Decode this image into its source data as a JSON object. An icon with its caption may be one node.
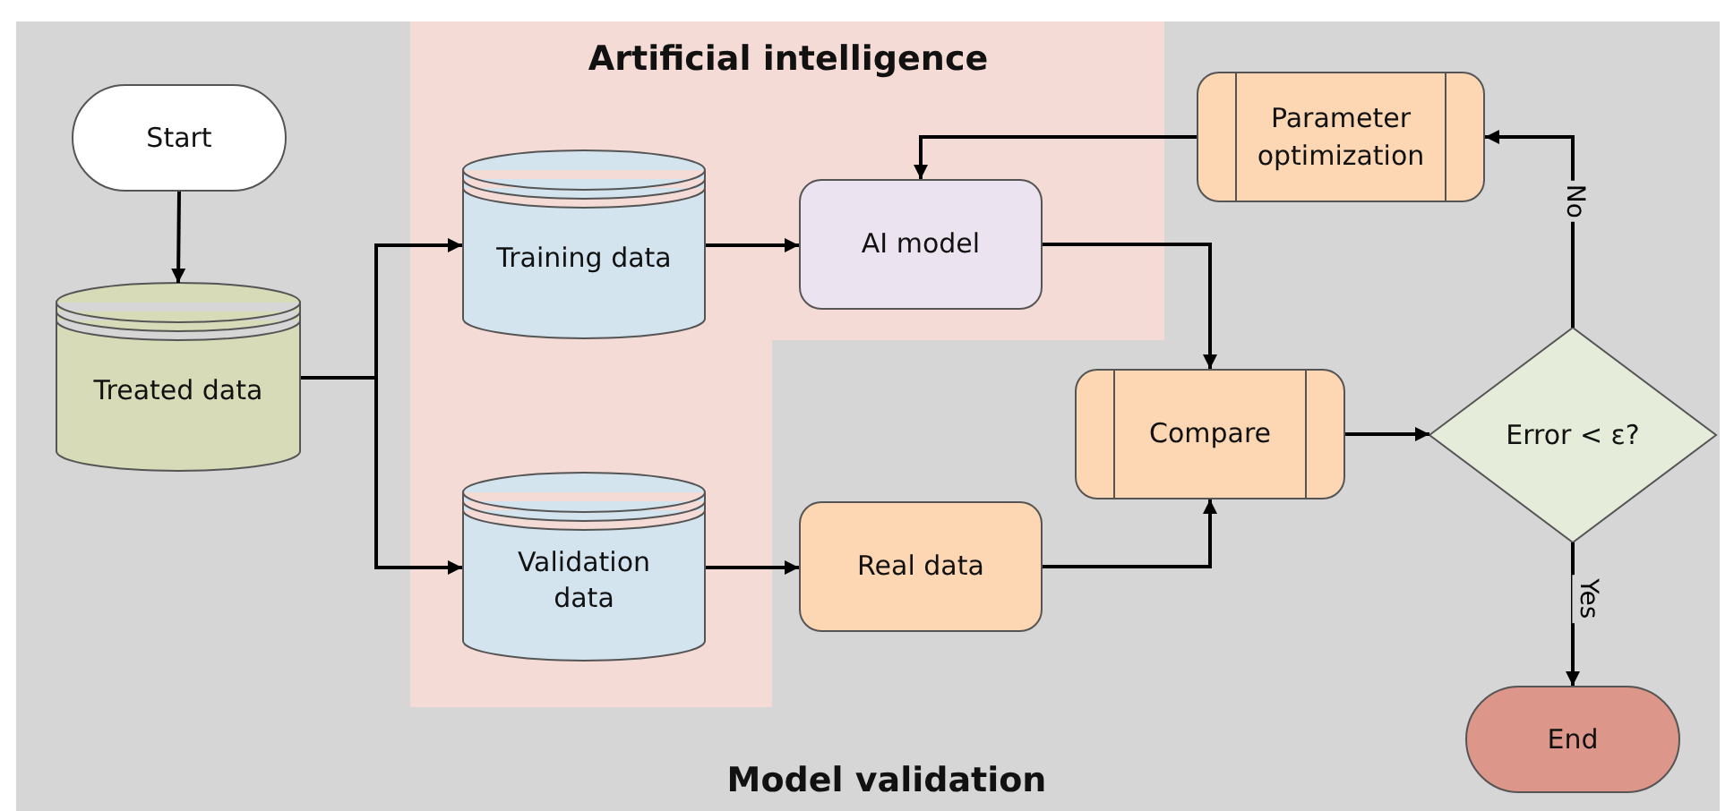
{
  "diagram": {
    "nodes": [
      {
        "text": [
          "Model validation"
        ]
      },
      {
        "text": [
          "Artificial intelligence"
        ],
        "in": 0
      },
      {
        "text": [
          "Start"
        ],
        "in": 0
      },
      {
        "text": [
          "Treated data"
        ],
        "in": 0
      },
      {
        "text": [
          "Training data"
        ],
        "in": 1
      },
      {
        "text": [
          "Validation data"
        ],
        "in": 1
      },
      {
        "text": [
          "AI model"
        ],
        "in": 1
      },
      {
        "text": [
          "Real data"
        ],
        "in": 0
      },
      {
        "text": [
          "Parameter optimization"
        ],
        "in": 0
      },
      {
        "text": [
          "Compare"
        ],
        "in": 0
      },
      {
        "text": [
          "Error < ε?"
        ],
        "in": 0
      },
      {
        "text": [
          "End"
        ],
        "in": 0
      }
    ],
    "edges": [
      {
        "from": 2,
        "to": 3,
        "arrow": "to"
      },
      {
        "from": 3,
        "to": 4,
        "arrow": "to"
      },
      {
        "from": 3,
        "to": 5,
        "arrow": "to"
      },
      {
        "from": 4,
        "to": 6,
        "arrow": "to"
      },
      {
        "from": 5,
        "to": 7,
        "arrow": "to"
      },
      {
        "from": 6,
        "to": 9,
        "arrow": "to"
      },
      {
        "from": 7,
        "to": 9,
        "arrow": "to"
      },
      {
        "from": 9,
        "to": 10,
        "arrow": "to"
      },
      {
        "from": 10,
        "to": 8,
        "label": "No",
        "arrow": "to"
      },
      {
        "from": 8,
        "to": 6,
        "arrow": "to"
      },
      {
        "from": 10,
        "to": 11,
        "label": "Yes",
        "arrow": "to"
      }
    ]
  }
}
